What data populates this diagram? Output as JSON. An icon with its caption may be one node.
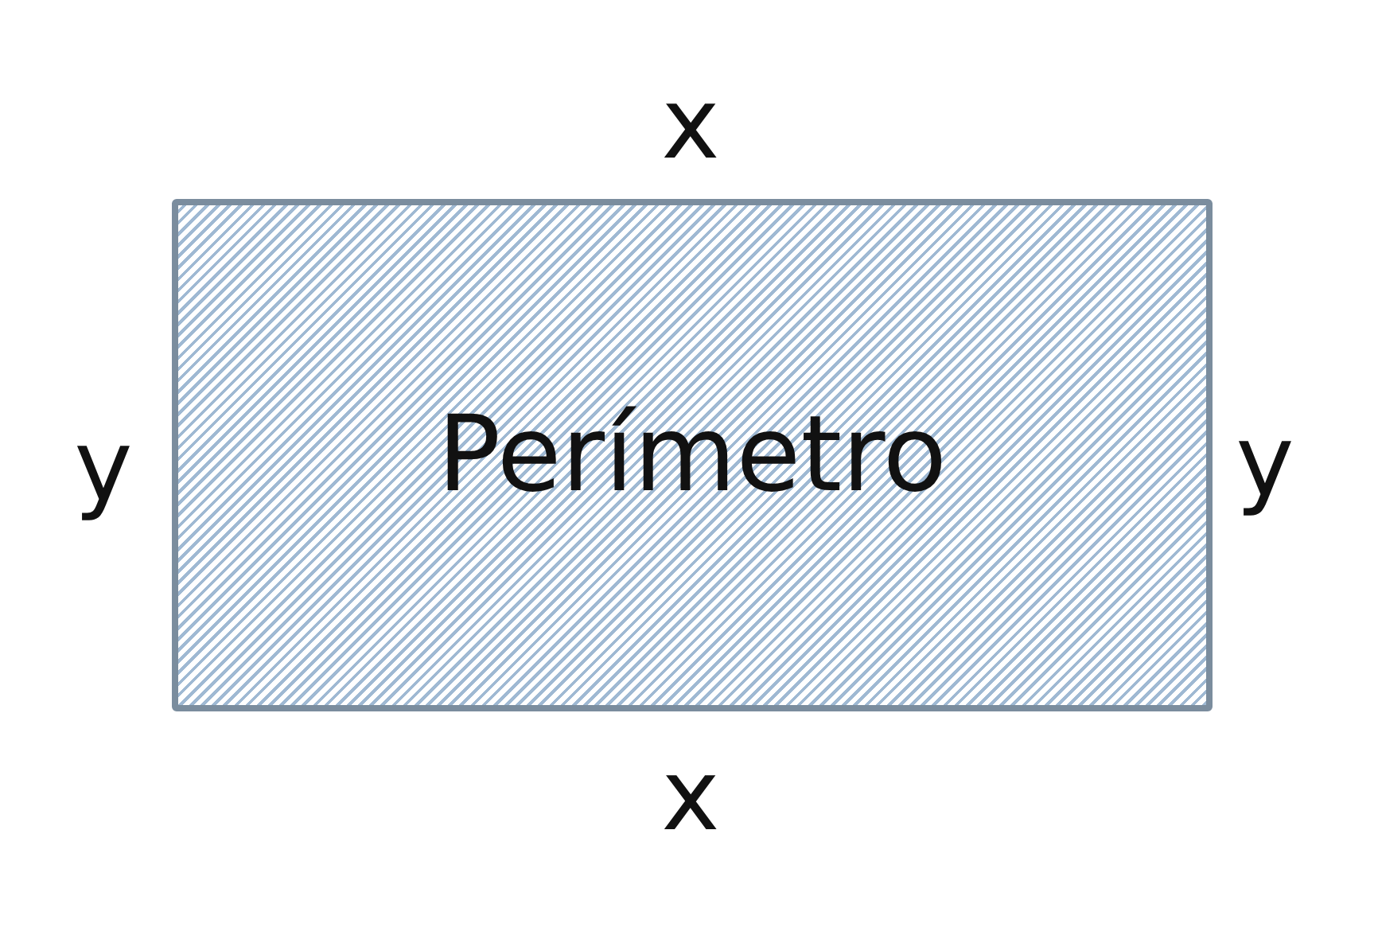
{
  "diagram": {
    "nodes": [
      {
        "text": [
          "Perímetro"
        ]
      }
    ],
    "labels": [
      "x",
      "y",
      "y",
      "x"
    ]
  }
}
